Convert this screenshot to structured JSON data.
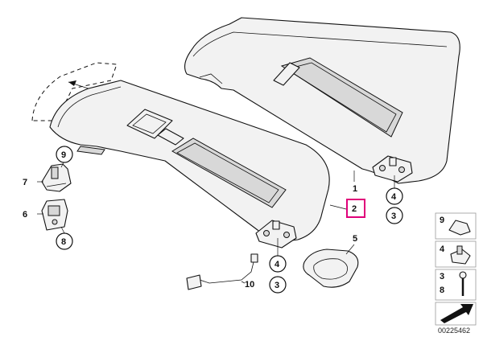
{
  "diagram": {
    "callouts": [
      {
        "id": "c1",
        "label": "1"
      },
      {
        "id": "c2",
        "label": "2"
      },
      {
        "id": "c3a",
        "label": "3"
      },
      {
        "id": "c3b",
        "label": "3"
      },
      {
        "id": "c4a",
        "label": "4"
      },
      {
        "id": "c4b",
        "label": "4"
      },
      {
        "id": "c5",
        "label": "5"
      },
      {
        "id": "c6",
        "label": "6"
      },
      {
        "id": "c7",
        "label": "7"
      },
      {
        "id": "c8",
        "label": "8"
      },
      {
        "id": "c9",
        "label": "9"
      },
      {
        "id": "c10",
        "label": "10"
      }
    ],
    "legend": {
      "items": [
        "9",
        "4",
        "3",
        "8"
      ]
    },
    "highlight_color": "#e0007a",
    "reference_number": "00225462"
  }
}
